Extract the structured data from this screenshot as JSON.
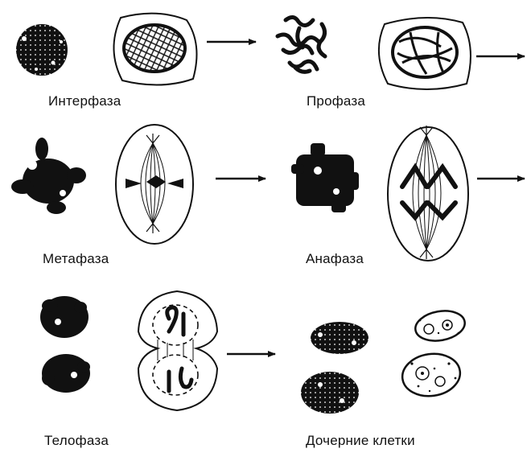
{
  "stages": [
    {
      "id": "interphase",
      "label": "Интерфаза"
    },
    {
      "id": "prophase",
      "label": "Профаза"
    },
    {
      "id": "metaphase",
      "label": "Метафаза"
    },
    {
      "id": "anaphase",
      "label": "Анафаза"
    },
    {
      "id": "telophase",
      "label": "Телофаза"
    },
    {
      "id": "daughter-cells",
      "label": "Дочерние клетки"
    }
  ]
}
